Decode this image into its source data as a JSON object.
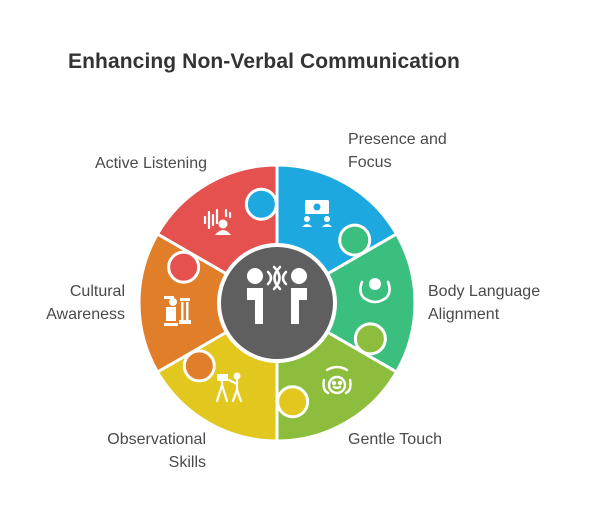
{
  "title": "Enhancing Non-Verbal Communication",
  "segments": [
    {
      "id": "presence",
      "lines": [
        "Presence and",
        "Focus"
      ],
      "color": "#1ea8e0",
      "icon": "presentation-icon"
    },
    {
      "id": "body",
      "lines": [
        "Body Language",
        "Alignment"
      ],
      "color": "#3bbf7e",
      "icon": "hands-head-icon"
    },
    {
      "id": "touch",
      "lines": [
        "Gentle Touch"
      ],
      "color": "#8dbd3c",
      "icon": "caring-hand-icon"
    },
    {
      "id": "observe",
      "lines": [
        "Observational",
        "Skills"
      ],
      "color": "#e2c71e",
      "icon": "camera-tripod-icon"
    },
    {
      "id": "cultural",
      "lines": [
        "Cultural",
        "Awareness"
      ],
      "color": "#e07e2a",
      "icon": "person-pillar-icon"
    },
    {
      "id": "listening",
      "lines": [
        "Active Listening"
      ],
      "color": "#e5514f",
      "icon": "sound-wave-person-icon"
    }
  ],
  "center": {
    "color": "#5f5f5f",
    "icon": "two-people-talking-icon"
  }
}
